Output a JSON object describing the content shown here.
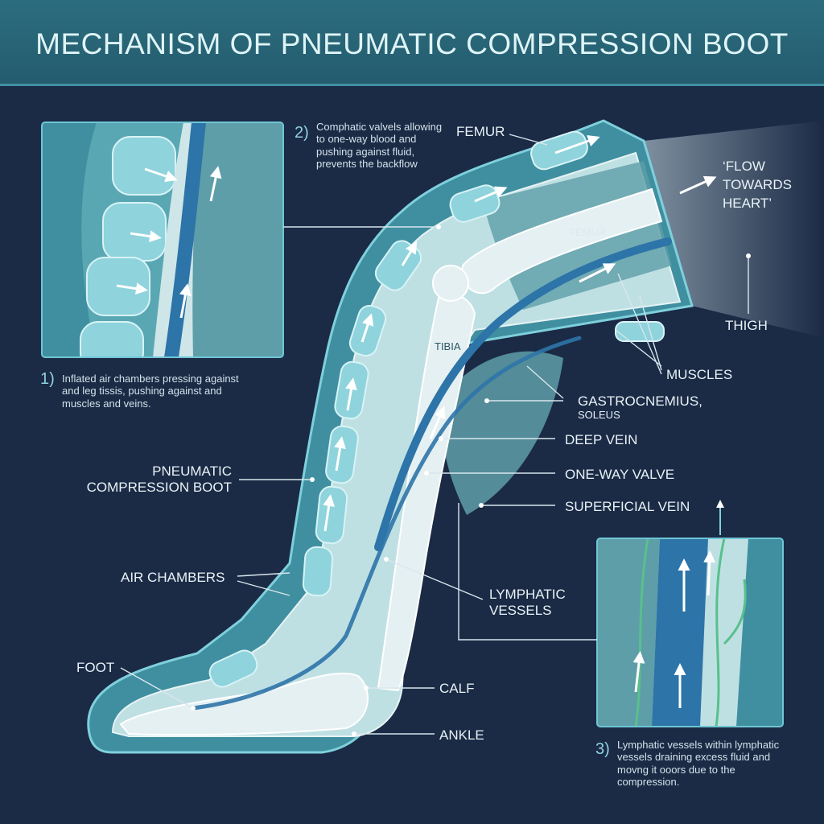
{
  "title": "MECHANISM OF PNEUMATIC COMPRESSION BOOT",
  "labels": {
    "femur_top": "FEMUR",
    "femur_inner": "FEMUR",
    "tibia": "TIBIA",
    "flow": "‘FLOW TOWARDS HEART’",
    "thigh": "THIGH",
    "muscles": "MUSCLES",
    "gastrocnemius": "GASTROCNEMIUS,",
    "soleus": "SOLEUS",
    "deep_vein": "DEEP VEIN",
    "one_way_valve": "ONE-WAY VALVE",
    "superficial_vein": "SUPERFICIAL VEIN",
    "pneumatic_boot": "PNEUMATIC COMPRESSION BOOT",
    "air_chambers": "AIR CHAMBERS",
    "lymphatic_vessels": "LYMPHATIC VESSELS",
    "foot": "FOOT",
    "calf": "CALF",
    "ankle": "ANKLE"
  },
  "notes": {
    "n1_num": "1)",
    "n1_text": "Inflated air chambers pressing against and leg tissis, pushing against and muscles and veins.",
    "n2_num": "2)",
    "n2_text": "Comphatic valvels allowing to one-way blood and pushing against fluid, prevents the backflow",
    "n3_num": "3)",
    "n3_text": "Lymphatic vessels within lymphatic vessels draining excess fluid and movng it ooors due to the compression."
  },
  "colors": {
    "background": "#1b2a45",
    "title_bar": "#2b6d7f",
    "boot": "#3f8fa0",
    "chamber": "#8fd3dc",
    "bone": "#e5f0f2",
    "vein": "#2d74a8",
    "muscle": "#5e9ea8",
    "lymph": "#58c08c"
  }
}
